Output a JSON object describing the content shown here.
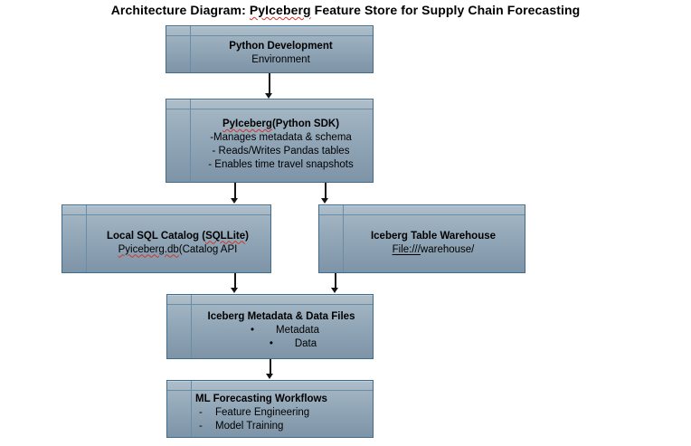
{
  "title": {
    "prefix": "Architecture Diagram: ",
    "flagged_word": "PyIceberg",
    "suffix": " Feature Store for Supply Chain Forecasting"
  },
  "colors": {
    "box_border": "#3e6c8e",
    "box_fill_top": "#a9bac7",
    "box_fill_bottom": "#7e94a7",
    "inner_line": "#6a8ca4",
    "spellcheck_squiggle": "#d43327",
    "arrow": "#141414"
  },
  "boxes": {
    "python_dev": {
      "title": "Python Development",
      "subtitle": "Environment"
    },
    "pyiceberg_sdk": {
      "title_flagged": "PyIceberg",
      "title_rest": "(Python SDK)",
      "items": [
        "-Manages metadata & schema",
        "- Reads/Writes Pandas tables",
        "- Enables time travel snapshots"
      ]
    },
    "sql_catalog": {
      "title_prefix": "Local SQL Catalog (",
      "title_flagged": "SQLLite",
      "title_suffix": ")",
      "subtitle_flagged": "Pyiceberg.db",
      "subtitle_rest": "(Catalog API"
    },
    "warehouse": {
      "title": "Iceberg Table Warehouse",
      "path_underlined": "File:///",
      "path_rest": "warehouse/"
    },
    "metadata_files": {
      "title": "Iceberg Metadata & Data Files",
      "bullet_char": "•",
      "items": [
        "Metadata",
        "Data"
      ]
    },
    "ml_workflows": {
      "title": "ML Forecasting Workflows",
      "dash_char": "-",
      "items": [
        "Feature Engineering",
        "Model Training"
      ]
    }
  }
}
